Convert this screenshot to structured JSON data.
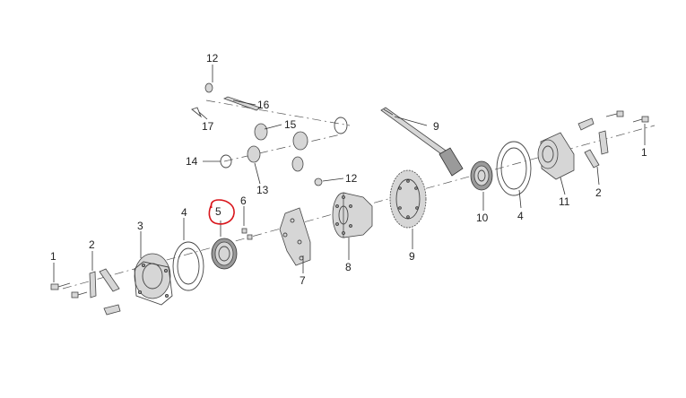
{
  "diagram": {
    "highlight_color": "#d9161c",
    "highlighted_label": "5",
    "labels": {
      "p1_left": "1",
      "p2_left": "2",
      "p3": "3",
      "p4_left": "4",
      "p5": "5",
      "p6": "6",
      "p7": "7",
      "p8": "8",
      "p9_ring": "9",
      "p9_shaft": "9",
      "p10": "10",
      "p4_right": "4",
      "p11": "11",
      "p2_right": "2",
      "p1_right": "1",
      "p12_top": "12",
      "p12_mid": "12",
      "p13": "13",
      "p14": "14",
      "p15": "15",
      "p16": "16",
      "p17": "17"
    }
  }
}
